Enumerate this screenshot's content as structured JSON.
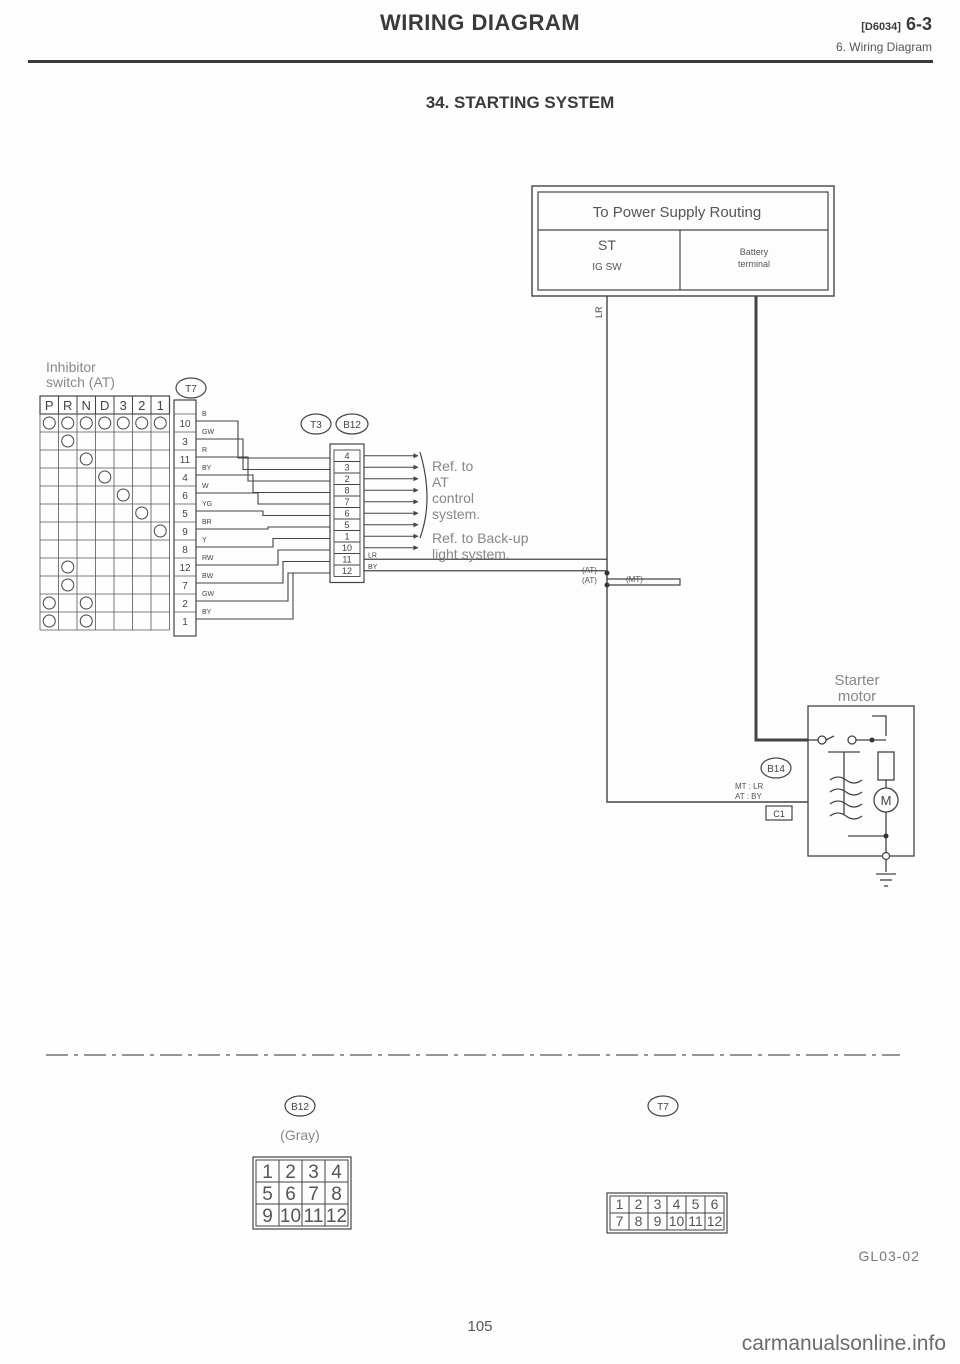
{
  "header": {
    "title": "WIRING DIAGRAM",
    "code": "[D6034]",
    "section": "6-3",
    "subtitle": "6. Wiring Diagram"
  },
  "diagram_title": "34. STARTING SYSTEM",
  "power_box": {
    "title": "To Power Supply Routing",
    "left_top": "ST",
    "left_bottom": "IG SW",
    "right_top": "Battery",
    "right_bottom": "terminal"
  },
  "power_wire_color": "LR",
  "inhibitor": {
    "label_line1": "Inhibitor",
    "label_line2": "switch (AT)",
    "connector": "T7",
    "positions": [
      "P",
      "R",
      "N",
      "D",
      "3",
      "2",
      "1"
    ],
    "terminals": [
      "10",
      "3",
      "11",
      "4",
      "6",
      "5",
      "9",
      "8",
      "12",
      "7",
      "2",
      "1"
    ],
    "wire_colors": [
      "B",
      "GW",
      "R",
      "BY",
      "W",
      "YG",
      "BR",
      "Y",
      "RW",
      "BW",
      "GW",
      "BY"
    ]
  },
  "connectors": {
    "t3": "T3",
    "b12": "B12",
    "b14": "B14",
    "c1": "C1"
  },
  "b12_pins": [
    "4",
    "3",
    "2",
    "8",
    "7",
    "6",
    "5",
    "1",
    "10",
    "11",
    "12"
  ],
  "b12_out_colors": [
    "LR",
    "BY"
  ],
  "refs": {
    "at_line1": "Ref. to",
    "at_line2": "AT",
    "at_line3": "control",
    "at_line4": "system.",
    "backup_line1": "Ref. to Back-up",
    "backup_line2": "light system."
  },
  "junction": {
    "at_top": "(AT)",
    "at_bottom": "(AT)",
    "mt": "(MT)"
  },
  "starter": {
    "label_line1": "Starter",
    "label_line2": "motor",
    "mt_label": "MT : LR",
    "at_label": "AT : BY",
    "motor_symbol": "M"
  },
  "b12_view": {
    "connector": "B12",
    "color": "(Gray)",
    "rows": [
      [
        "1",
        "2",
        "3",
        "4"
      ],
      [
        "5",
        "6",
        "7",
        "8"
      ],
      [
        "9",
        "10",
        "11",
        "12"
      ]
    ]
  },
  "t7_view": {
    "connector": "T7",
    "rows": [
      [
        "1",
        "2",
        "3",
        "4",
        "5",
        "6"
      ],
      [
        "7",
        "8",
        "9",
        "10",
        "11",
        "12"
      ]
    ]
  },
  "figure_code": "GL03-02",
  "page_number": "105",
  "watermark": "carmanualsonline.info"
}
